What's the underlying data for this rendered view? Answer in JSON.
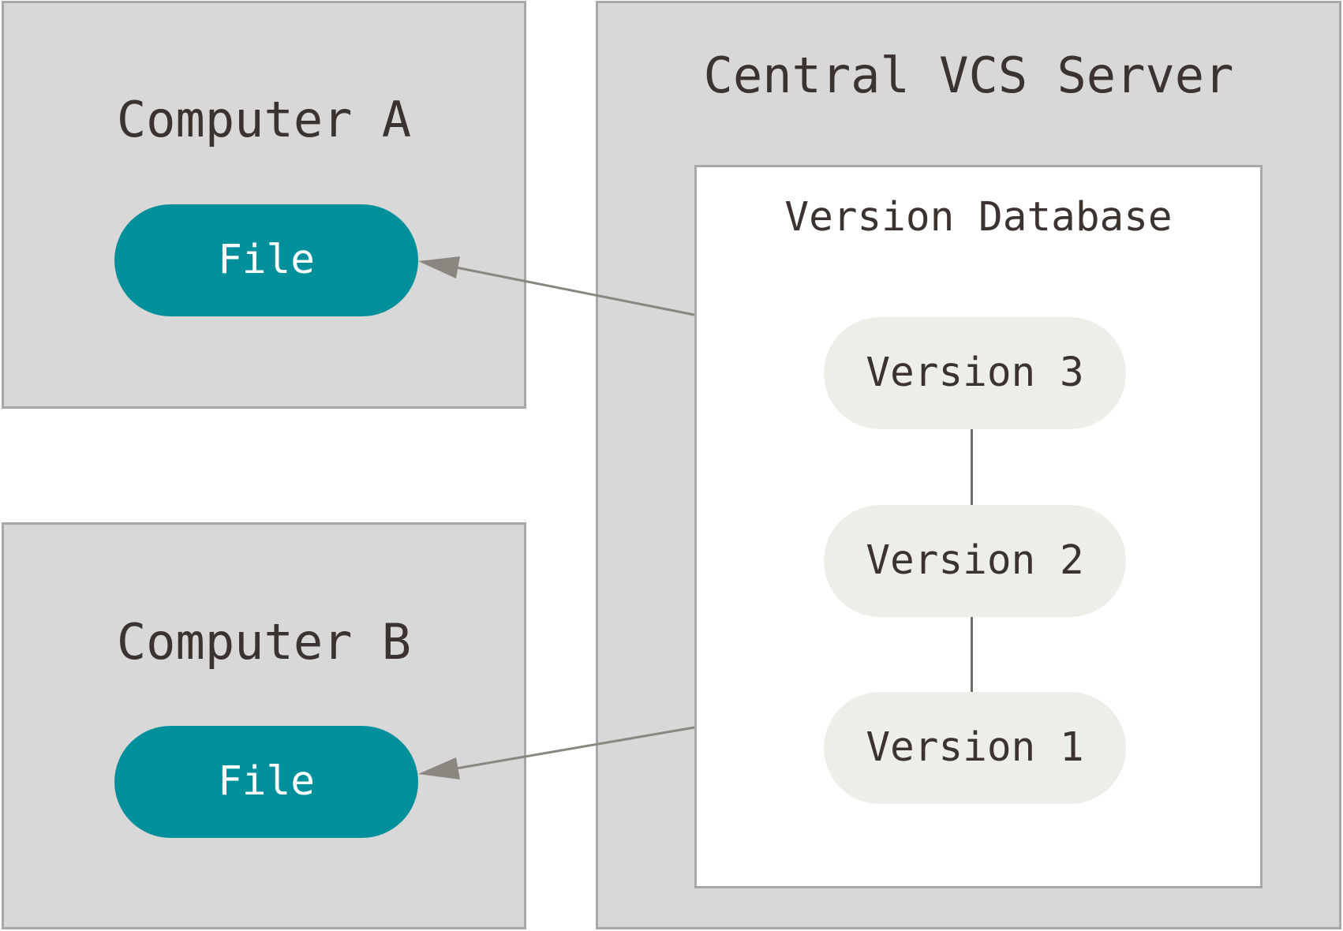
{
  "computer_a": {
    "title": "Computer A",
    "file_label": "File"
  },
  "computer_b": {
    "title": "Computer B",
    "file_label": "File"
  },
  "server": {
    "title": "Central VCS Server",
    "database": {
      "title": "Version Database",
      "versions": [
        "Version 3",
        "Version 2",
        "Version 1"
      ]
    }
  },
  "colors": {
    "panel_fill": "#d8d8d8",
    "panel_border": "#a8a8a8",
    "file_fill": "#00909b",
    "version_fill": "#eeeee8",
    "arrow": "#8c8680",
    "text": "#3a3330"
  }
}
